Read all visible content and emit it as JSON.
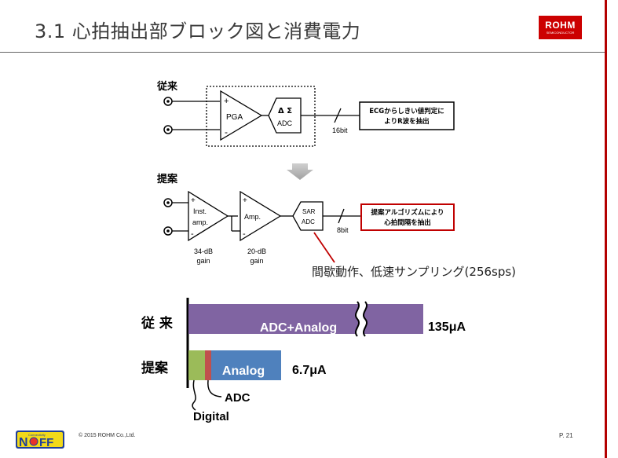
{
  "header": {
    "title": "3.1 心拍抽出部ブロック図と消費電力",
    "logo_main": "ROHM",
    "logo_sub": "SEMICONDUCTOR"
  },
  "conventional": {
    "label": "従来",
    "pga": "PGA",
    "plus": "+",
    "minus": "-",
    "adc_symbol": "Δ Σ",
    "adc": "ADC",
    "bits": "16bit",
    "output_line1": "ECGからしきい値判定に",
    "output_line2": "よりR波を抽出"
  },
  "proposed": {
    "label": "提案",
    "amp1_line1": "Inst.",
    "amp1_line2": "amp.",
    "amp2": "Amp.",
    "plus": "+",
    "minus": "-",
    "sar_line1": "SAR",
    "sar_line2": "ADC",
    "bits": "8bit",
    "output_line1": "提案アルゴリズムにより",
    "output_line2": "心拍間隔を抽出",
    "gain1_line1": "34-dB",
    "gain1_line2": "gain",
    "gain2_line1": "20-dB",
    "gain2_line2": "gain",
    "note": "間歇動作、低速サンプリング(256sps)"
  },
  "power": {
    "row1_label": "従 来",
    "row2_label": "提案",
    "bar1_label": "ADC+Analog",
    "bar1_value": "135μA",
    "bar2_label": "Analog",
    "bar2_value": "6.7μA",
    "adc_callout": "ADC",
    "digital_callout": "Digital",
    "colors": {
      "conventional": "#8064a2",
      "analog": "#4f81bd",
      "digital": "#9bbb59",
      "adc": "#c0504d"
    }
  },
  "footer": {
    "copyright": "© 2015 ROHM Co.,Ltd.",
    "page": "P. 21",
    "logo_line1": "Connectivity",
    "logo_line2": "N",
    "logo_line3": "FF"
  }
}
